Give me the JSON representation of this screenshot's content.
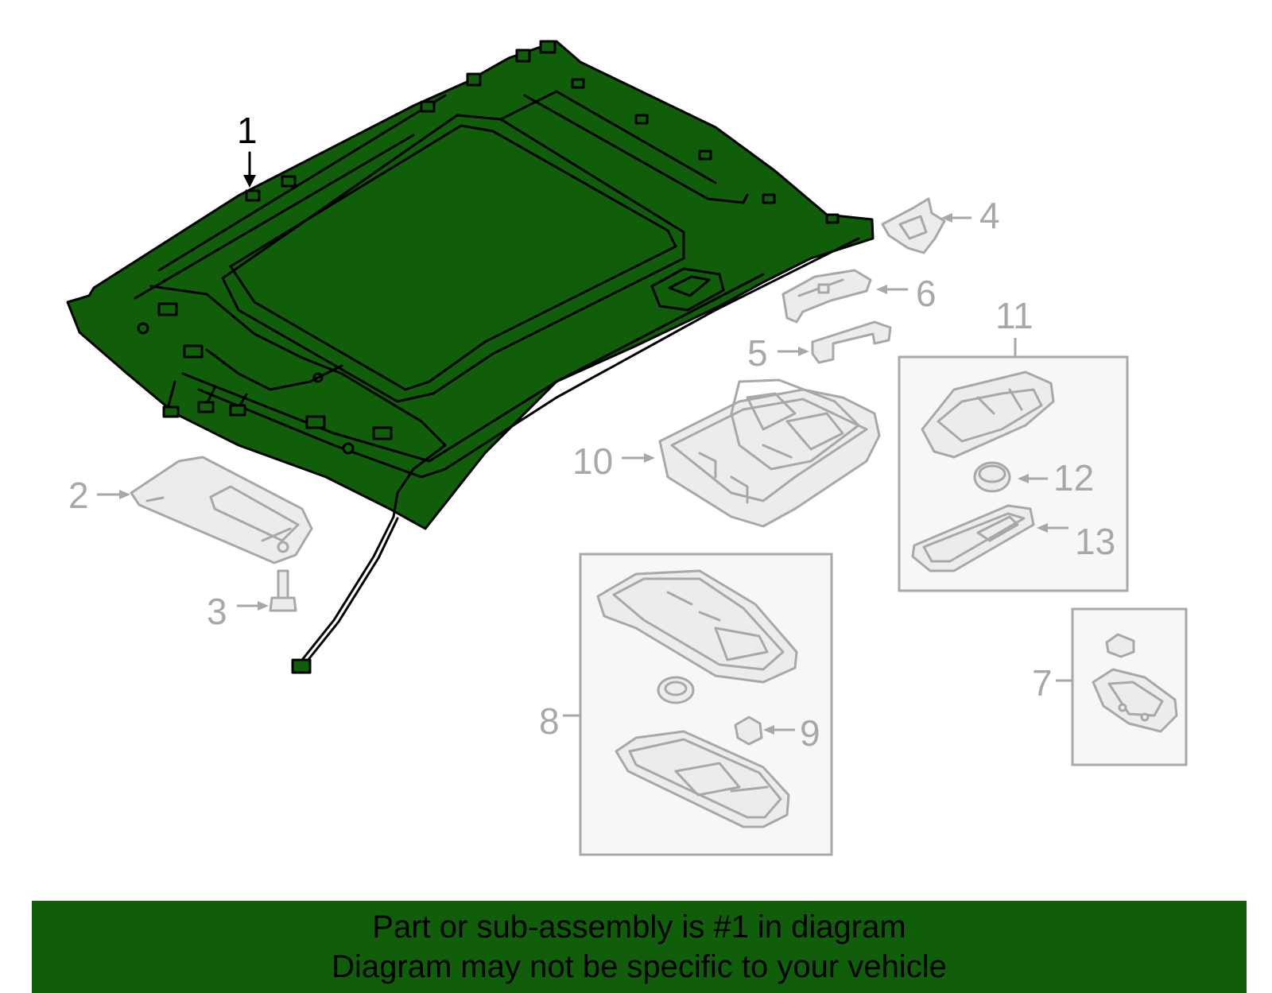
{
  "callouts": {
    "c1": "1",
    "c2": "2",
    "c3": "3",
    "c4": "4",
    "c5": "5",
    "c6": "6",
    "c7": "7",
    "c8": "8",
    "c9": "9",
    "c10": "10",
    "c11": "11",
    "c12": "12",
    "c13": "13"
  },
  "banner": {
    "line1": "Part or sub-assembly is #1 in diagram",
    "line2": "Diagram may not be specific to your vehicle"
  },
  "colors": {
    "highlight": "#115e0a",
    "outline_gray": "#a8a8a8",
    "banner_bg": "#115e0a"
  }
}
